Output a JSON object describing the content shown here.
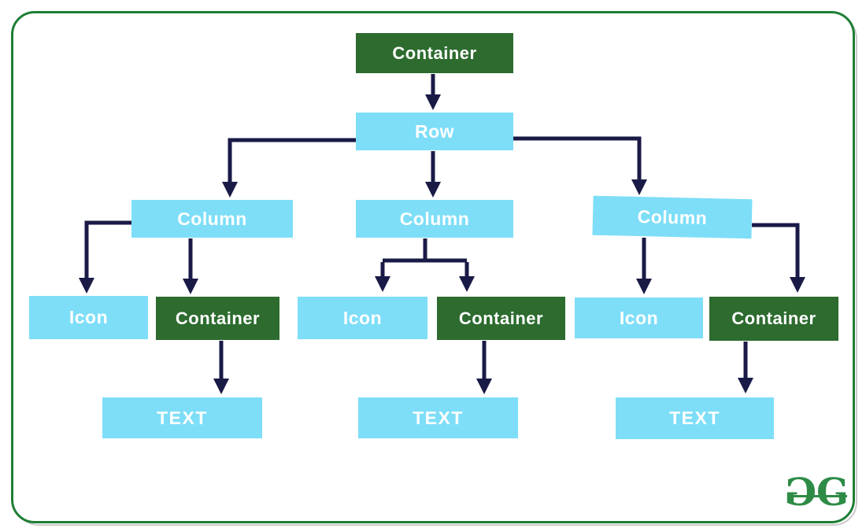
{
  "diagram": {
    "kind": "widget-tree",
    "nodes": {
      "root_container": {
        "label": "Container"
      },
      "row": {
        "label": "Row"
      },
      "column_1": {
        "label": "Column"
      },
      "column_2": {
        "label": "Column"
      },
      "column_3": {
        "label": "Column"
      },
      "icon_1": {
        "label": "Icon"
      },
      "container_1": {
        "label": "Container"
      },
      "icon_2": {
        "label": "Icon"
      },
      "container_2": {
        "label": "Container"
      },
      "icon_3": {
        "label": "Icon"
      },
      "container_3": {
        "label": "Container"
      },
      "text_1": {
        "label": "TEXT"
      },
      "text_2": {
        "label": "TEXT"
      },
      "text_3": {
        "label": "TEXT"
      }
    },
    "edges": [
      "root_container->row",
      "row->column_1",
      "row->column_2",
      "row->column_3",
      "column_1->icon_1",
      "column_1->container_1",
      "column_2->icon_2",
      "column_2->container_2",
      "column_3->icon_3",
      "column_3->container_3",
      "container_1->text_1",
      "container_2->text_2",
      "container_3->text_3"
    ],
    "colors": {
      "box_green": "#2d6b2f",
      "box_blue": "#7edef8",
      "arrow_navy": "#1a1a47",
      "frame_green": "#1e7e34",
      "frame_shadow_gray": "#cbcbcb",
      "logo_green": "#2e8b46",
      "label_white": "#ffffff"
    }
  },
  "logo": {
    "glyph_left": "G",
    "glyph_right": "G"
  }
}
